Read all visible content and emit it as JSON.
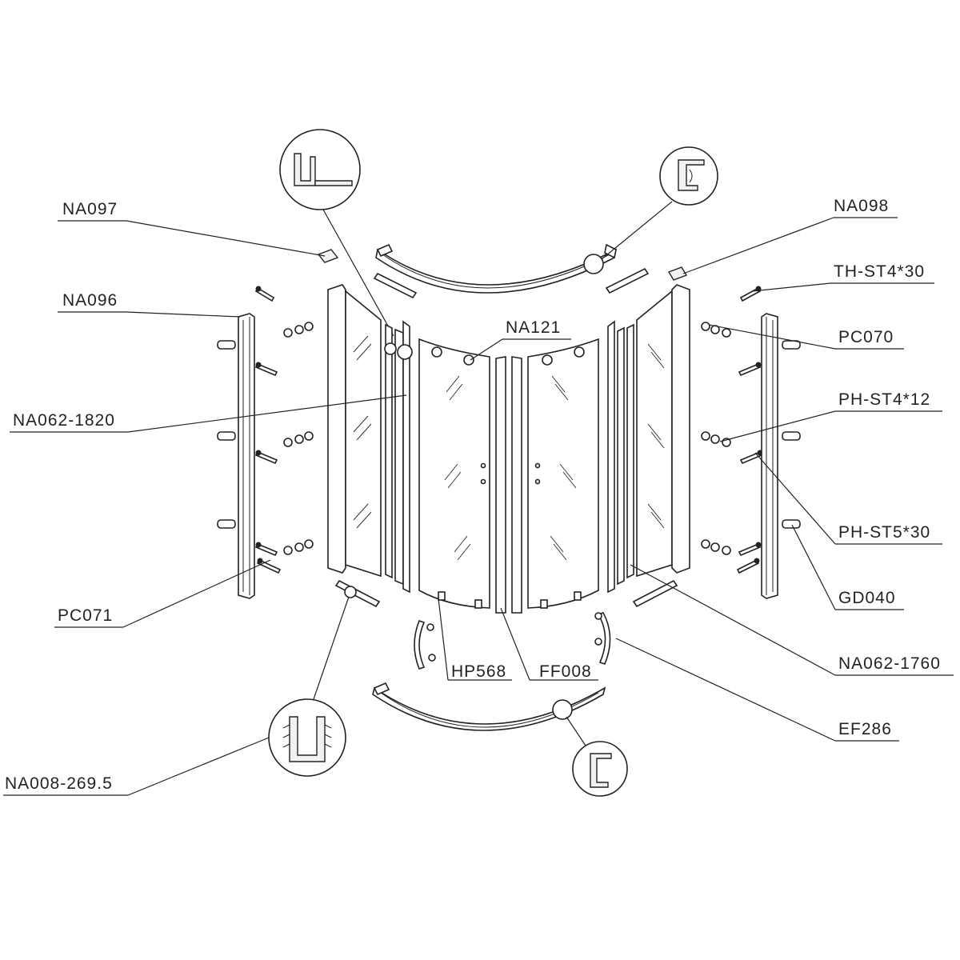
{
  "labels": {
    "na097": "NA097",
    "na096": "NA096",
    "na062_1820": "NA062-1820",
    "pc071": "PC071",
    "na008": "NA008-269.5",
    "na121": "NA121",
    "hp568": "HP568",
    "ff008": "FF008",
    "na098": "NA098",
    "th_st4_30": "TH-ST4*30",
    "pc070": "PC070",
    "ph_st4_12": "PH-ST4*12",
    "ph_st5_30": "PH-ST5*30",
    "gd040": "GD040",
    "na062_1760": "NA062-1760",
    "ef286": "EF286"
  },
  "colors": {
    "line": "#222222",
    "background": "#ffffff"
  }
}
